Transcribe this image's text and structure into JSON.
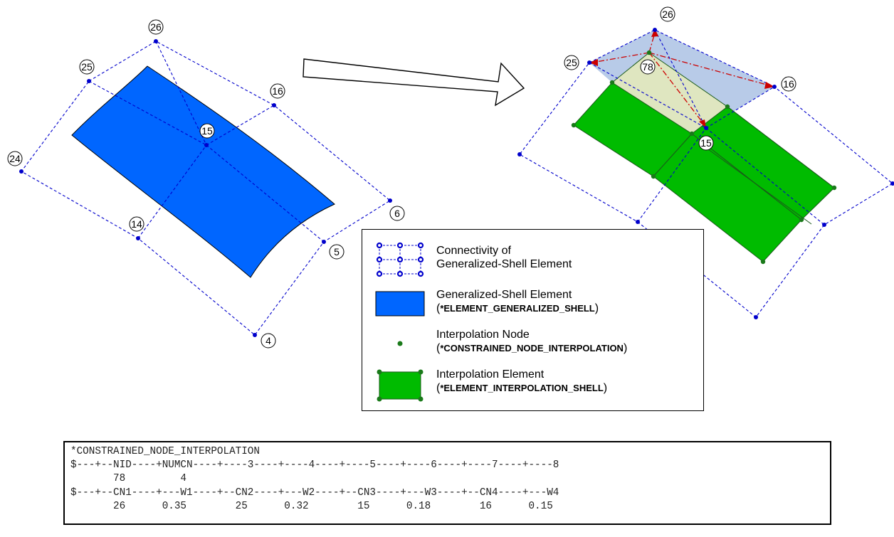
{
  "left_model": {
    "node_labels": [
      "26",
      "25",
      "16",
      "15",
      "24",
      "14",
      "6",
      "5",
      "4"
    ]
  },
  "right_model": {
    "node_labels": [
      "26",
      "25",
      "78",
      "16",
      "15"
    ]
  },
  "legend": {
    "connectivity_line1": "Connectivity of",
    "connectivity_line2": "Generalized-Shell Element",
    "gshell_line1": "Generalized-Shell Element",
    "gshell_keyword": "*ELEMENT_GENERALIZED_SHELL",
    "inode_line1": "Interpolation Node",
    "inode_keyword": "*CONSTRAINED_NODE_INTERPOLATION",
    "ielem_line1": "Interpolation Element",
    "ielem_keyword": "*ELEMENT_INTERPOLATION_SHELL",
    "open_paren": "(",
    "close_paren": ")"
  },
  "keyword_card": {
    "lines": [
      "*CONSTRAINED_NODE_INTERPOLATION",
      "$---+--NID----+NUMCN----+----3----+----4----+----5----+----6----+----7----+----8",
      "       78         4",
      "$---+--CN1----+---W1----+--CN2----+---W2----+--CN3----+---W3----+--CN4----+---W4",
      "       26      0.35        25      0.32        15      0.18        16      0.15"
    ]
  },
  "colors": {
    "gshell_blue": "#0066ff",
    "interp_green": "#00bb00",
    "node_green": "#1a7a1a",
    "conn_blue": "#0000cc",
    "arrow_red": "#cc0000",
    "shade_blue": "#b8cbe8",
    "shade_tan": "#dfe6c0"
  },
  "icons": [
    "block-arrow-icon",
    "connectivity-grid-icon",
    "gshell-swatch-icon",
    "interp-node-icon",
    "interp-element-icon"
  ]
}
